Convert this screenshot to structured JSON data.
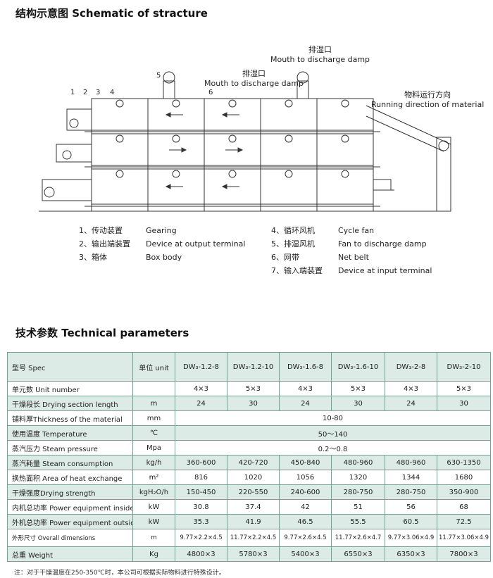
{
  "titles": {
    "schematic": "结构示意图 Schematic of stracture",
    "parameters": "技术参数   Technical parameters"
  },
  "callouts": {
    "discharge_cn_1": "排湿口",
    "discharge_en_1": "Mouth to discharge damp",
    "discharge_cn_2": "排湿口",
    "discharge_en_2": "Mouth to discharge damp",
    "direction_cn": "物料运行方向",
    "direction_en": "Running direction of material",
    "numbers": [
      "1",
      "2",
      "3",
      "4",
      "5",
      "6"
    ]
  },
  "legend": {
    "left": [
      {
        "cn": "1、传动装置",
        "en": "Gearing"
      },
      {
        "cn": "2、输出端装置",
        "en": "Device at output terminal"
      },
      {
        "cn": "3、箱体",
        "en": "Box body"
      }
    ],
    "right": [
      {
        "cn": "4、循环风机",
        "en": "Cycle fan"
      },
      {
        "cn": "5、排湿风机",
        "en": "Fan to discharge damp"
      },
      {
        "cn": "6、网带",
        "en": "Net belt"
      },
      {
        "cn": "7、输入端装置",
        "en": "Device at input terminal"
      }
    ]
  },
  "table": {
    "header": {
      "spec": "型号 Spec",
      "unit": "单位 unit",
      "models": [
        "DW₃-1.2-8",
        "DW₃-1.2-10",
        "DW₃-1.6-8",
        "DW₃-1.6-10",
        "DW₃-2-8",
        "DW₃-2-10"
      ]
    },
    "rows": [
      {
        "label": "单元数 Unit number",
        "unit": "",
        "values": [
          "4×3",
          "5×3",
          "4×3",
          "5×3",
          "4×3",
          "5×3"
        ]
      },
      {
        "label": "干燥段长 Drying section length",
        "unit": "m",
        "values": [
          "24",
          "30",
          "24",
          "30",
          "24",
          "30"
        ]
      },
      {
        "label": "铺料厚Thickness of the material",
        "unit": "mm",
        "span": "10-80"
      },
      {
        "label": "使用温度 Temperature",
        "unit": "℃",
        "span": "50～140"
      },
      {
        "label": "蒸汽压力 Steam pressure",
        "unit": "Mpa",
        "span": "0.2～0.8"
      },
      {
        "label": "蒸汽耗量 Steam consumption",
        "unit": "kg/h",
        "values": [
          "360-600",
          "420-720",
          "450-840",
          "480-960",
          "480-960",
          "630-1350"
        ]
      },
      {
        "label": "换热面积 Area of heat exchange",
        "unit": "m²",
        "values": [
          "816",
          "1020",
          "1056",
          "1320",
          "1344",
          "1680"
        ]
      },
      {
        "label": "干燥强度Drying strength",
        "unit": "kgH₂O/h",
        "values": [
          "150-450",
          "220-550",
          "240-600",
          "280-750",
          "280-750",
          "350-900"
        ]
      },
      {
        "label": "内机总功率 Power equipment inside",
        "unit": "kW",
        "values": [
          "30.8",
          "37.4",
          "42",
          "51",
          "56",
          "68"
        ]
      },
      {
        "label": "外机总功率 Power equipment outside",
        "unit": "kW",
        "values": [
          "35.3",
          "41.9",
          "46.5",
          "55.5",
          "60.5",
          "72.5"
        ]
      },
      {
        "label": "外形尺寸 Overall dimensions",
        "unit": "m",
        "values": [
          "9.77×2.2×4.5",
          "11.77×2.2×4.5",
          "9.77×2.6×4.5",
          "11.77×2.6×4.7",
          "9.77×3.06×4.9",
          "11.77×3.06×4.9"
        ]
      },
      {
        "label": "总重 Weight",
        "unit": "Kg",
        "values": [
          "4800×3",
          "5780×3",
          "5400×3",
          "6550×3",
          "6350×3",
          "7800×3"
        ]
      }
    ]
  },
  "note": "注：对于干燥温度在250-350℃时，本公司可根据实际物料进行特殊设计。",
  "colors": {
    "row_shade": "#dcebe5",
    "table_border": "#7a9e93",
    "drawing_line": "#333333"
  }
}
